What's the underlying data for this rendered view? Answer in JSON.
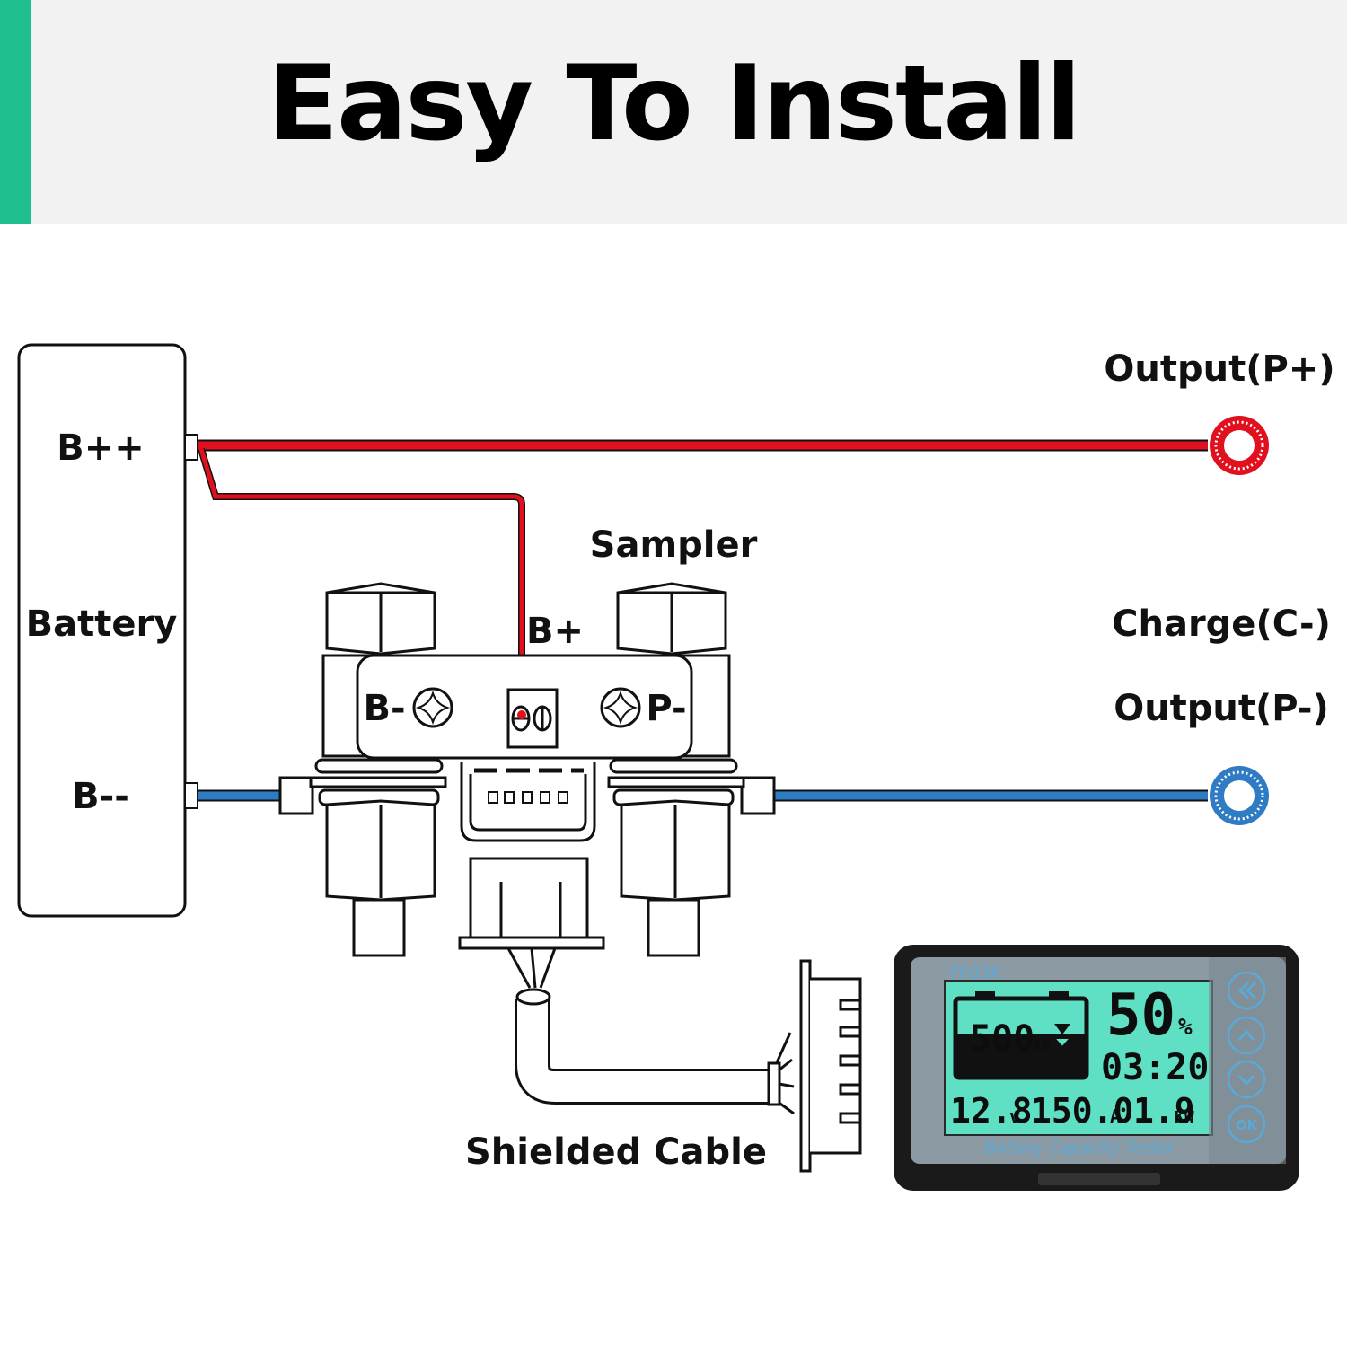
{
  "header": {
    "title": "Easy To Install",
    "accent_color": "#1fbf8f"
  },
  "labels": {
    "battery": "Battery",
    "b_plus_plus": "B++",
    "b_minus_minus": "B--",
    "output_p_plus": "Output(P+)",
    "sampler": "Sampler",
    "b_plus": "B+",
    "b_minus": "B-",
    "p_minus": "P-",
    "charge_c_minus": "Charge(C-)",
    "output_p_minus": "Output(P-)",
    "shielded_cable": "Shielded Cable"
  },
  "monitor": {
    "model": "TF03K",
    "capacity_value": "500",
    "capacity_unit": "Ah",
    "percent_value": "50",
    "percent_unit": "%",
    "time": "03:20",
    "voltage_value": "12.8",
    "voltage_unit": "v",
    "current_value": "150.0",
    "current_unit": "A",
    "power_value": "1.9",
    "power_unit": "KW",
    "footer": "Battery Capacity Tester",
    "ok_label": "OK",
    "icons": [
      "back-icon",
      "up-arrow-icon",
      "down-arrow-icon"
    ]
  },
  "colors": {
    "positive_wire": "#e0101f",
    "negative_wire": "#2f7bc4",
    "lcd": "#5fe0c4"
  }
}
